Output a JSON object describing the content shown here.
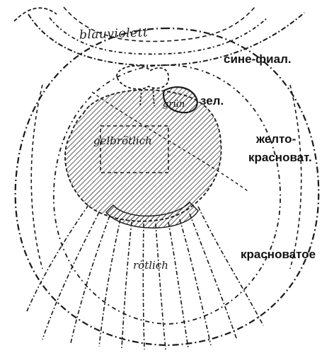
{
  "sketch_labels": {
    "blue_violet": "blauviolett",
    "green": "grün",
    "yellow_reddish": "gelbrötlich",
    "reddish": "rötlich"
  },
  "translations": {
    "blue_violet": "сине-фиал.",
    "green": "зел.",
    "yellow_reddish_line1": "желто-",
    "yellow_reddish_line2": "красноват.",
    "reddish": "красноватое"
  },
  "colors": {
    "ink": "#1a1a1a",
    "background": "#ffffff"
  }
}
